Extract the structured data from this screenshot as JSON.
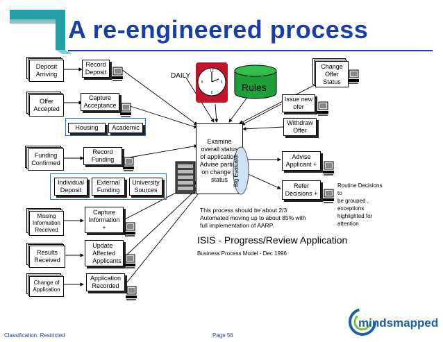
{
  "title": "A re-engineered process",
  "daily_label": "DAILY",
  "rules_label": "Rules",
  "inputs": {
    "deposit_arriving": "Deposit\nArriving",
    "offer_accepted": "Offer\nAccepted",
    "funding_confirmed": "Funding\nConfirmed",
    "missing_information": "Missing\nInformation\nReceived",
    "results_received": "Results\nReceived",
    "change_of_application": "Change of\nApplication"
  },
  "actions": {
    "record_deposit": "Record\nDeposit",
    "capture_acceptance": "Capture\nAcceptance",
    "record_funding": "Record\nFunding",
    "capture_information": "Capture\nInformation\n+",
    "update_affected": "Update\nAffected\nApplicants",
    "application_recorded": "Application\nRecorded"
  },
  "acceptance_subs": [
    "Housing",
    "Academic"
  ],
  "funding_subs": [
    "Individual\nDeposit",
    "External\nFunding",
    "University\nSources"
  ],
  "center": {
    "examine": "Examine\noverall status\nof application.\nAdvise parties\non change in\nstatus",
    "big_evaluator": "Big Evaluator"
  },
  "outputs": {
    "change_offer_status": "Change\nOffer\nStatus",
    "issue_new_offer": "Issue new\nofer",
    "withdraw_offer": "Withdraw\nOffer",
    "advise_applicant": "Advise\nApplicant +",
    "refer_decisions": "Refer\nDecisions +"
  },
  "routine_note": "Routine Decisions\nto\nbe grouped ,\nexceptions\nhighlighted for\nattention",
  "process_note": "This process should be about 2/3\nAutomated moving up to about 85% with\nfull implementation of AARP.",
  "isis_title": "ISIS - Progress/Review Application",
  "isis_subtitle": "Business Process Model - Dec 1996",
  "footer": {
    "classification": "Classification: Restricted",
    "page": "Page 56"
  },
  "logo_text": "mindsmapped",
  "colors": {
    "title_blue": "#1a3ea8",
    "rules_green": "#1f9f3a",
    "clock_red": "#c0152a",
    "frame_blue": "#2a6fd6",
    "logo_blue": "#1a5fb0",
    "logo_green": "#7cc242"
  }
}
